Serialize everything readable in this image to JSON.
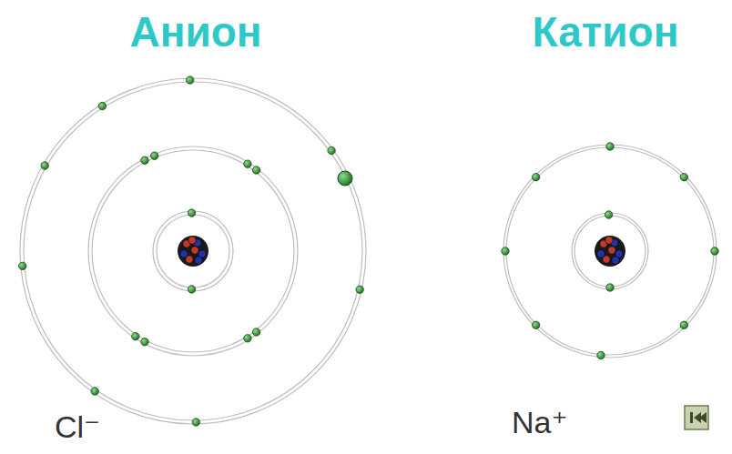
{
  "diagram": {
    "labels": [
      "Анион",
      "Катион",
      "Cl⁻",
      "Na⁺"
    ]
  }
}
